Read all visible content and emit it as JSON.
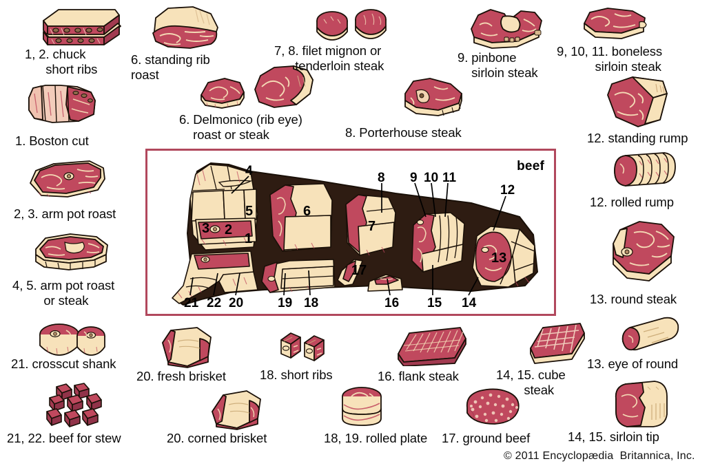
{
  "page": {
    "title": "beef",
    "copyright": "© 2011 Encyclopædia  Britannica, Inc.",
    "frame_color": "#b1485d",
    "meat_color": "#c0495e",
    "meat_dark": "#a23a50",
    "fat_color": "#f7e2ba",
    "carcass_bg": "#2e1c12",
    "outline_color": "#1a1008"
  },
  "diagram": {
    "title": "beef",
    "cut_numbers": [
      "1",
      "2",
      "3",
      "4",
      "5",
      "6",
      "7",
      "8",
      "9",
      "10",
      "11",
      "12",
      "13",
      "14",
      "15",
      "16",
      "17",
      "18",
      "19",
      "20",
      "21",
      "22"
    ],
    "on_carcass_numbers": [
      "3",
      "2",
      "1",
      "5",
      "6",
      "7",
      "13",
      "17"
    ],
    "leader_numbers_top": [
      "4",
      "8",
      "9",
      "10",
      "11",
      "12"
    ],
    "leader_numbers_bottom": [
      "21",
      "22",
      "20",
      "19",
      "18",
      "16",
      "15",
      "14"
    ]
  },
  "specimens": [
    {
      "id": "chuck-short-ribs",
      "label": "1, 2. chuck\n      short ribs"
    },
    {
      "id": "boston-cut",
      "label": "1. Boston cut"
    },
    {
      "id": "arm-pot-roast",
      "label": "2, 3. arm pot roast"
    },
    {
      "id": "arm-pot-roast-or-steak",
      "label": "4, 5. arm pot roast\n         or steak"
    },
    {
      "id": "crosscut-shank",
      "label": "21. crosscut shank"
    },
    {
      "id": "beef-for-stew",
      "label": "21, 22. beef for stew"
    },
    {
      "id": "standing-rib-roast",
      "label": "6. standing rib\nroast"
    },
    {
      "id": "delmonico",
      "label": "6. Delmonico (rib eye)\n    roast or steak"
    },
    {
      "id": "filet-mignon",
      "label": "7, 8. filet mignon or\n      tenderloin steak"
    },
    {
      "id": "porterhouse-steak",
      "label": "8. Porterhouse steak"
    },
    {
      "id": "pinbone-sirloin-steak",
      "label": "9. pinbone\n    sirloin steak"
    },
    {
      "id": "boneless-sirloin-steak",
      "label": "9, 10, 11. boneless\n           sirloin steak"
    },
    {
      "id": "standing-rump",
      "label": "12. standing rump"
    },
    {
      "id": "rolled-rump",
      "label": "12. rolled rump"
    },
    {
      "id": "round-steak",
      "label": "13. round steak"
    },
    {
      "id": "eye-of-round",
      "label": "13. eye of round"
    },
    {
      "id": "sirloin-tip",
      "label": "14, 15. sirloin tip"
    },
    {
      "id": "fresh-brisket",
      "label": "20. fresh brisket"
    },
    {
      "id": "corned-brisket",
      "label": "20. corned brisket"
    },
    {
      "id": "short-ribs",
      "label": "18. short ribs"
    },
    {
      "id": "rolled-plate",
      "label": "18, 19. rolled plate"
    },
    {
      "id": "flank-steak",
      "label": "16. flank steak"
    },
    {
      "id": "ground-beef",
      "label": "17. ground beef"
    },
    {
      "id": "cube-steak",
      "label": "14, 15. cube\n        steak"
    }
  ]
}
